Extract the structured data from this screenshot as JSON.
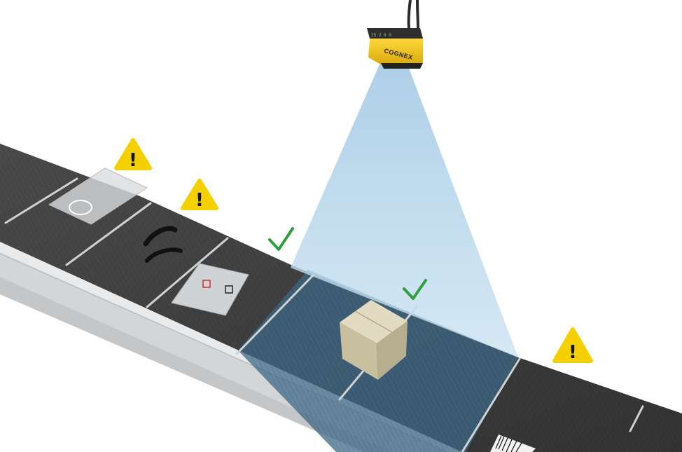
{
  "scene": {
    "camera": {
      "brand_label": "COGNEX",
      "led_text": "IS 2 0 0"
    },
    "colors": {
      "background": "#ffffff",
      "belt_dark": "#3a3a3a",
      "belt_mid": "#454545",
      "belt_lit": "#3f5f78",
      "rail": "#d6d8da",
      "light_cone": "#b9d6ea",
      "camera_yellow": "#f2c21b",
      "camera_dark": "#2b2b2b",
      "warning_yellow": "#f4d000",
      "check_green": "#2e9e3e",
      "box_tan": "#cfc6a6"
    },
    "markers": [
      {
        "type": "warning",
        "icon": "warning-triangle-icon",
        "symbol": "!"
      },
      {
        "type": "warning",
        "icon": "warning-triangle-icon",
        "symbol": "!"
      },
      {
        "type": "check",
        "icon": "checkmark-icon",
        "symbol": "✓"
      },
      {
        "type": "check",
        "icon": "checkmark-icon",
        "symbol": "✓"
      },
      {
        "type": "warning",
        "icon": "warning-triangle-icon",
        "symbol": "!"
      }
    ],
    "items": [
      "bagged-item",
      "black-cable-item",
      "poly-bag-item",
      "cardboard-box",
      "barcode-label"
    ]
  }
}
